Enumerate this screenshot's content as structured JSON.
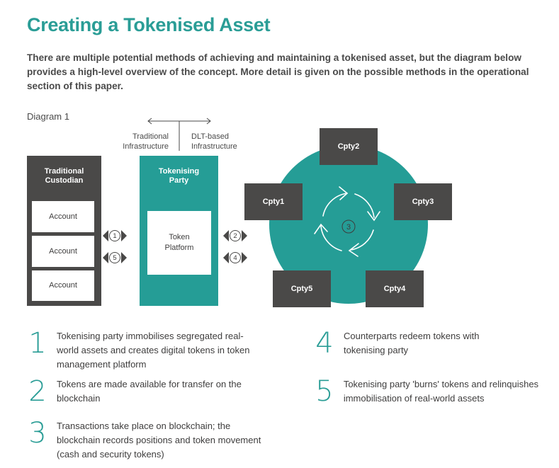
{
  "header": {
    "title": "Creating a Tokenised Asset",
    "intro": "There are multiple potential methods of achieving and maintaining a tokenised asset, but the diagram below provides a high-level overview of the concept. More detail is given on the possible methods in the operational section of this paper."
  },
  "diagram": {
    "label": "Diagram 1",
    "infrastructure": {
      "left_line1": "Traditional",
      "left_line2": "Infrastructure",
      "right_line1": "DLT-based",
      "right_line2": "Infrastructure"
    },
    "custodian": {
      "title_line1": "Traditional",
      "title_line2": "Custodian",
      "accounts": [
        "Account",
        "Account",
        "Account"
      ]
    },
    "tokenising_party": {
      "title_line1": "Tokenising",
      "title_line2": "Party",
      "platform_line1": "Token",
      "platform_line2": "Platform"
    },
    "flows_left": [
      "1",
      "5"
    ],
    "flows_right": [
      "2",
      "4"
    ],
    "network": {
      "center_step": "3",
      "counterparties": [
        "Cpty1",
        "Cpty2",
        "Cpty3",
        "Cpty4",
        "Cpty5"
      ]
    },
    "colors": {
      "teal": "#259d96",
      "dark": "#4a4948",
      "title": "#2a9d96"
    }
  },
  "steps": [
    {
      "number": "1",
      "text": "Tokenising party immobilises segregated real-world assets and creates digital tokens in token management platform"
    },
    {
      "number": "2",
      "text": "Tokens are made available for transfer on the blockchain"
    },
    {
      "number": "3",
      "text": "Transactions take place on blockchain; the blockchain records positions and token movement (cash and security tokens)"
    },
    {
      "number": "4",
      "text": "Counterparts redeem tokens with tokenising party"
    },
    {
      "number": "5",
      "text": "Tokenising party 'burns' tokens and relinquishes immobilisation of real-world assets"
    }
  ]
}
